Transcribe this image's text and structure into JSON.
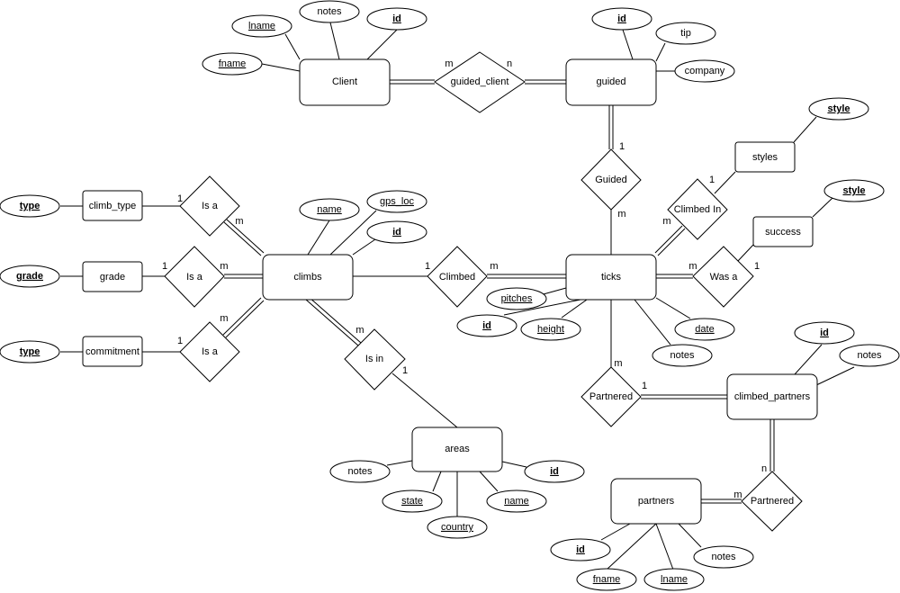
{
  "entities": [
    {
      "id": "client",
      "label": "Client"
    },
    {
      "id": "guided",
      "label": "guided"
    },
    {
      "id": "styles",
      "label": "styles"
    },
    {
      "id": "success",
      "label": "success"
    },
    {
      "id": "climb_type",
      "label": "climb_type"
    },
    {
      "id": "grade",
      "label": "grade"
    },
    {
      "id": "commitment",
      "label": "commitment"
    },
    {
      "id": "climbs",
      "label": "climbs"
    },
    {
      "id": "ticks",
      "label": "ticks"
    },
    {
      "id": "areas",
      "label": "areas"
    },
    {
      "id": "climbed_partners",
      "label": "climbed_partners"
    },
    {
      "id": "partners",
      "label": "partners"
    }
  ],
  "relationships": [
    {
      "id": "guided_client",
      "label": "guided_client"
    },
    {
      "id": "guided_rel",
      "label": "Guided"
    },
    {
      "id": "climbed_in",
      "label": "Climbed In"
    },
    {
      "id": "was_a",
      "label": "Was a"
    },
    {
      "id": "isa_climb_type",
      "label": "Is a"
    },
    {
      "id": "isa_grade",
      "label": "Is a"
    },
    {
      "id": "isa_commitment",
      "label": "Is a"
    },
    {
      "id": "climbed",
      "label": "Climbed"
    },
    {
      "id": "is_in",
      "label": "Is in"
    },
    {
      "id": "partnered_ticks",
      "label": "Partnered"
    },
    {
      "id": "partnered_partners",
      "label": "Partnered"
    }
  ],
  "attributes": [
    {
      "id": "client_lname",
      "label": "lname",
      "style": "underline"
    },
    {
      "id": "client_notes",
      "label": "notes",
      "style": "plain"
    },
    {
      "id": "client_id",
      "label": "id",
      "style": "key"
    },
    {
      "id": "client_fname",
      "label": "fname",
      "style": "underline"
    },
    {
      "id": "guided_id",
      "label": "id",
      "style": "key"
    },
    {
      "id": "guided_tip",
      "label": "tip",
      "style": "plain"
    },
    {
      "id": "guided_company",
      "label": "company",
      "style": "plain"
    },
    {
      "id": "styles_style",
      "label": "style",
      "style": "key"
    },
    {
      "id": "success_style",
      "label": "style",
      "style": "key"
    },
    {
      "id": "ct_type",
      "label": "type",
      "style": "key"
    },
    {
      "id": "grade_grade",
      "label": "grade",
      "style": "key"
    },
    {
      "id": "commit_type",
      "label": "type",
      "style": "key"
    },
    {
      "id": "climbs_name",
      "label": "name",
      "style": "underline"
    },
    {
      "id": "climbs_gps",
      "label": "gps_loc",
      "style": "underline"
    },
    {
      "id": "climbs_id",
      "label": "id",
      "style": "key"
    },
    {
      "id": "ticks_pitches",
      "label": "pitches",
      "style": "underline"
    },
    {
      "id": "ticks_id",
      "label": "id",
      "style": "key"
    },
    {
      "id": "ticks_height",
      "label": "height",
      "style": "underline"
    },
    {
      "id": "ticks_date",
      "label": "date",
      "style": "underline"
    },
    {
      "id": "ticks_notes",
      "label": "notes",
      "style": "plain"
    },
    {
      "id": "cp_id",
      "label": "id",
      "style": "key"
    },
    {
      "id": "cp_notes",
      "label": "notes",
      "style": "plain"
    },
    {
      "id": "areas_notes",
      "label": "notes",
      "style": "plain"
    },
    {
      "id": "areas_id",
      "label": "id",
      "style": "key"
    },
    {
      "id": "areas_state",
      "label": "state",
      "style": "underline"
    },
    {
      "id": "areas_name",
      "label": "name",
      "style": "underline"
    },
    {
      "id": "areas_country",
      "label": "country",
      "style": "underline"
    },
    {
      "id": "partners_id",
      "label": "id",
      "style": "key"
    },
    {
      "id": "partners_notes",
      "label": "notes",
      "style": "plain"
    },
    {
      "id": "partners_fname",
      "label": "fname",
      "style": "underline"
    },
    {
      "id": "partners_lname",
      "label": "lname",
      "style": "underline"
    }
  ],
  "cardinalities": [
    {
      "id": "c_gc_client",
      "label": "m"
    },
    {
      "id": "c_gc_guided",
      "label": "n"
    },
    {
      "id": "c_guided_top",
      "label": "1"
    },
    {
      "id": "c_guided_bottom",
      "label": "m"
    },
    {
      "id": "c_styles",
      "label": "1"
    },
    {
      "id": "c_climbedin_ticks",
      "label": "m"
    },
    {
      "id": "c_wasa_ticks",
      "label": "m"
    },
    {
      "id": "c_wasa_success",
      "label": "1"
    },
    {
      "id": "c_isa_ct_1",
      "label": "1"
    },
    {
      "id": "c_isa_ct_m",
      "label": "m"
    },
    {
      "id": "c_isa_gr_1",
      "label": "1"
    },
    {
      "id": "c_isa_gr_m",
      "label": "m"
    },
    {
      "id": "c_isa_cm_1",
      "label": "1"
    },
    {
      "id": "c_isa_cm_m",
      "label": "m"
    },
    {
      "id": "c_climbed_1",
      "label": "1"
    },
    {
      "id": "c_climbed_m",
      "label": "m"
    },
    {
      "id": "c_isin_m",
      "label": "m"
    },
    {
      "id": "c_isin_1",
      "label": "1"
    },
    {
      "id": "c_partnered_m",
      "label": "m"
    },
    {
      "id": "c_partnered_1",
      "label": "1"
    },
    {
      "id": "c_partnered2_n",
      "label": "n"
    },
    {
      "id": "c_partnered2_m",
      "label": "m"
    }
  ]
}
